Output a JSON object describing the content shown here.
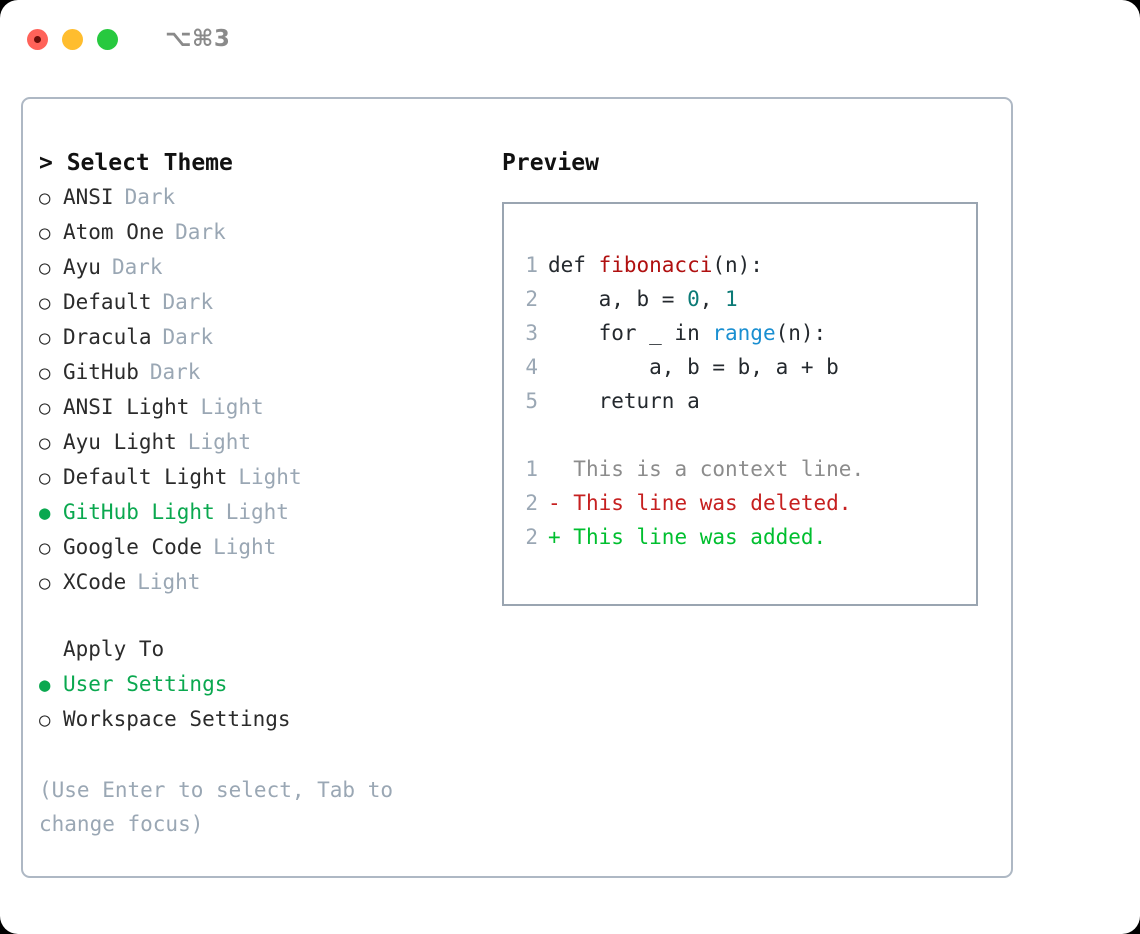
{
  "window": {
    "shortcut_label": "⌥⌘3",
    "traffic_lights": [
      {
        "name": "close",
        "color": "#ff6259"
      },
      {
        "name": "minimize",
        "color": "#ffbd2e"
      },
      {
        "name": "maximize",
        "color": "#27c93f"
      }
    ]
  },
  "theme_picker": {
    "prompt": "> Select Theme",
    "marker_unselected": "○",
    "marker_selected": "●",
    "items": [
      {
        "label": "ANSI",
        "variant": "Dark",
        "selected": false
      },
      {
        "label": "Atom One",
        "variant": "Dark",
        "selected": false
      },
      {
        "label": "Ayu",
        "variant": "Dark",
        "selected": false
      },
      {
        "label": "Default",
        "variant": "Dark",
        "selected": false
      },
      {
        "label": "Dracula",
        "variant": "Dark",
        "selected": false
      },
      {
        "label": "GitHub",
        "variant": "Dark",
        "selected": false
      },
      {
        "label": "ANSI Light",
        "variant": "Light",
        "selected": false
      },
      {
        "label": "Ayu Light",
        "variant": "Light",
        "selected": false
      },
      {
        "label": "Default Light",
        "variant": "Light",
        "selected": false
      },
      {
        "label": "GitHub Light",
        "variant": "Light",
        "selected": true
      },
      {
        "label": "Google Code",
        "variant": "Light",
        "selected": false
      },
      {
        "label": "XCode",
        "variant": "Light",
        "selected": false
      }
    ]
  },
  "apply_to": {
    "heading": "Apply To",
    "items": [
      {
        "label": "User Settings",
        "selected": true
      },
      {
        "label": "Workspace Settings",
        "selected": false
      }
    ]
  },
  "hint": "(Use Enter to select, Tab to change focus)",
  "preview": {
    "title": "Preview",
    "code_lines": [
      {
        "num": "1",
        "tokens": [
          {
            "text": "def ",
            "type": "plain"
          },
          {
            "text": "fibonacci",
            "type": "fn"
          },
          {
            "text": "(n):",
            "type": "plain"
          }
        ]
      },
      {
        "num": "2",
        "tokens": [
          {
            "text": "    a, b = ",
            "type": "plain"
          },
          {
            "text": "0",
            "type": "num"
          },
          {
            "text": ", ",
            "type": "plain"
          },
          {
            "text": "1",
            "type": "num"
          }
        ]
      },
      {
        "num": "3",
        "tokens": [
          {
            "text": "    for _ in ",
            "type": "plain"
          },
          {
            "text": "range",
            "type": "call"
          },
          {
            "text": "(n):",
            "type": "plain"
          }
        ]
      },
      {
        "num": "4",
        "tokens": [
          {
            "text": "        a, b = b, a + b",
            "type": "plain"
          }
        ]
      },
      {
        "num": "5",
        "tokens": [
          {
            "text": "    return a",
            "type": "plain"
          }
        ]
      }
    ],
    "diff_lines": [
      {
        "num": "1",
        "sign": " ",
        "text": " This is a context line.",
        "kind": "ctx"
      },
      {
        "num": "2",
        "sign": "-",
        "text": " This line was deleted.",
        "kind": "del"
      },
      {
        "num": "2",
        "sign": "+",
        "text": " This line was added.",
        "kind": "add"
      }
    ]
  },
  "colors": {
    "accent_green": "#0aa84f",
    "border": "#aeb8c4",
    "muted": "#9aa7b4",
    "code_fn": "#b01010",
    "code_num": "#0b7a76",
    "code_call": "#1a8fd1",
    "diff_del": "#c62020",
    "diff_add": "#00bf2f"
  }
}
